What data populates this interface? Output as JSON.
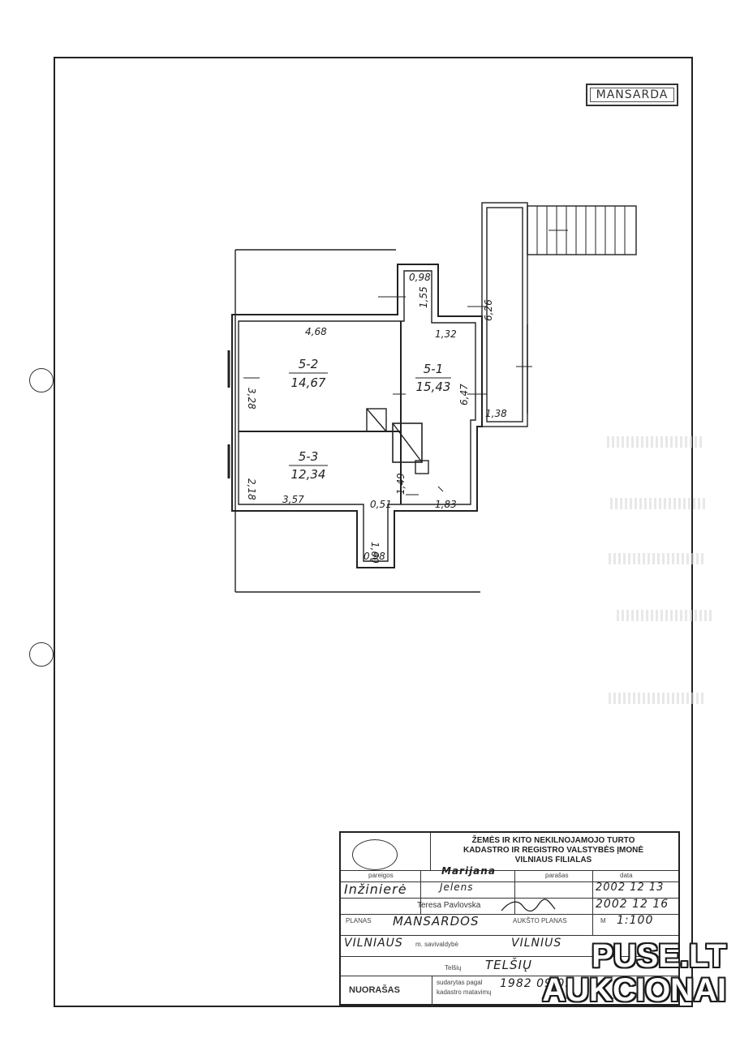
{
  "stamp": {
    "floor_label": "MANSARDA"
  },
  "plan": {
    "rooms": [
      {
        "id": "5-2",
        "area": "14,67"
      },
      {
        "id": "5-1",
        "area": "15,43"
      },
      {
        "id": "5-3",
        "area": "12,34"
      }
    ],
    "dims": {
      "d_098_top": "0,98",
      "d_155": "1,55",
      "d_626": "6,26",
      "d_468": "4,68",
      "d_132": "1,32",
      "d_328": "3,28",
      "d_647": "6,47",
      "d_138": "1,38",
      "d_218": "2,18",
      "d_149": "1,49",
      "d_357": "3,57",
      "d_051": "0,51",
      "d_183": "1,83",
      "d_160": "1,60",
      "d_098_bottom": "0,98"
    }
  },
  "titleblock": {
    "org_line1": "ŽEMĖS IR KITO NEKILNOJAMOJO TURTO",
    "org_line2": "KADASTRO IR REGISTRO VALSTYBĖS ĮMONĖ",
    "org_line3": "VILNIAUS FILIALAS",
    "col_pareigos": "pareigos",
    "col_parasas": "parašas",
    "col_data": "data",
    "role": "Inžinierė",
    "name1": "Marijana",
    "name1b": "Jelens",
    "name2": "Teresa Pavlovska",
    "date1": "2002 12 13",
    "date2": "2002 12 16",
    "plan_label_prefix": "PLANAS",
    "plan_title": "MANSARDOS",
    "plan_label_suffix": "AUKŠTO PLANAS",
    "scale_label": "M",
    "scale_value": "1:100",
    "city": "VILNIAUS",
    "city_suffix": "m. savivaldybė",
    "city2": "VILNIUS",
    "street_label": "Telšių",
    "street_value": "TELŠIŲ",
    "note_label": "NUORAŠAS",
    "note_text1": "sudarytas pagal",
    "note_text2": "kadastro matavimų",
    "note_date": "1982 09 09"
  },
  "watermark": {
    "line1": "PUSE.LT",
    "line2": "AUKCIONAI"
  }
}
